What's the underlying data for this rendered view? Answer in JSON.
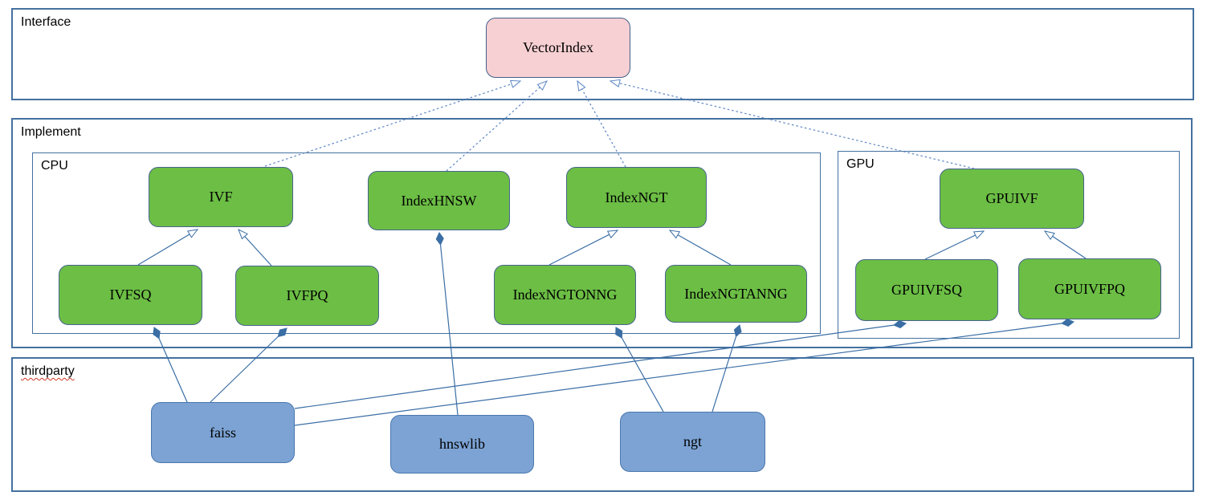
{
  "containers": {
    "interface": {
      "label": "Interface"
    },
    "implement": {
      "label": "Implement"
    },
    "cpu": {
      "label": "CPU"
    },
    "gpu": {
      "label": "GPU"
    },
    "thirdparty": {
      "label": "thirdparty"
    }
  },
  "nodes": {
    "vectorindex": {
      "label": "VectorIndex",
      "kind": "interface"
    },
    "ivf": {
      "label": "IVF",
      "kind": "cpu-class"
    },
    "indexhnsw": {
      "label": "IndexHNSW",
      "kind": "cpu-class"
    },
    "indexngt": {
      "label": "IndexNGT",
      "kind": "cpu-class"
    },
    "ivfsq": {
      "label": "IVFSQ",
      "kind": "cpu-class"
    },
    "ivfpq": {
      "label": "IVFPQ",
      "kind": "cpu-class"
    },
    "indexngtonng": {
      "label": "IndexNGTONNG",
      "kind": "cpu-class"
    },
    "indexngtanng": {
      "label": "IndexNGTANNG",
      "kind": "cpu-class"
    },
    "gpuivf": {
      "label": "GPUIVF",
      "kind": "gpu-class"
    },
    "gpuivfsq": {
      "label": "GPUIVFSQ",
      "kind": "gpu-class"
    },
    "gpuivfpq": {
      "label": "GPUIVFPQ",
      "kind": "gpu-class"
    },
    "faiss": {
      "label": "faiss",
      "kind": "thirdparty-lib"
    },
    "hnswlib": {
      "label": "hnswlib",
      "kind": "thirdparty-lib"
    },
    "ngt": {
      "label": "ngt",
      "kind": "thirdparty-lib"
    }
  },
  "edges": [
    {
      "from": "IVF",
      "to": "VectorIndex",
      "type": "realization-dashed-hollow-arrow"
    },
    {
      "from": "IndexHNSW",
      "to": "VectorIndex",
      "type": "realization-dashed-hollow-arrow"
    },
    {
      "from": "IndexNGT",
      "to": "VectorIndex",
      "type": "realization-dashed-hollow-arrow"
    },
    {
      "from": "GPUIVF",
      "to": "VectorIndex",
      "type": "realization-dashed-hollow-arrow"
    },
    {
      "from": "IVFSQ",
      "to": "IVF",
      "type": "generalization-hollow-arrow"
    },
    {
      "from": "IVFPQ",
      "to": "IVF",
      "type": "generalization-hollow-arrow"
    },
    {
      "from": "IndexNGTONNG",
      "to": "IndexNGT",
      "type": "generalization-hollow-arrow"
    },
    {
      "from": "IndexNGTANNG",
      "to": "IndexNGT",
      "type": "generalization-hollow-arrow"
    },
    {
      "from": "GPUIVFSQ",
      "to": "GPUIVF",
      "type": "generalization-hollow-arrow"
    },
    {
      "from": "GPUIVFPQ",
      "to": "GPUIVF",
      "type": "generalization-hollow-arrow"
    },
    {
      "from": "faiss",
      "to": "IVFSQ",
      "type": "composition-filled-diamond"
    },
    {
      "from": "faiss",
      "to": "IVFPQ",
      "type": "composition-filled-diamond"
    },
    {
      "from": "faiss",
      "to": "GPUIVFSQ",
      "type": "composition-filled-diamond"
    },
    {
      "from": "faiss",
      "to": "GPUIVFPQ",
      "type": "composition-filled-diamond"
    },
    {
      "from": "hnswlib",
      "to": "IndexHNSW",
      "type": "composition-filled-diamond"
    },
    {
      "from": "ngt",
      "to": "IndexNGTONNG",
      "type": "composition-filled-diamond"
    },
    {
      "from": "ngt",
      "to": "IndexNGTANNG",
      "type": "composition-filled-diamond"
    }
  ],
  "colors": {
    "node_green": "#6cbe45",
    "node_blue": "#7ca3d4",
    "node_pink": "#f7d0d3",
    "container_border": "#44719f",
    "edge_solid": "#3a6ea5",
    "edge_dashed": "#5b84c4",
    "spellcheck_underline": "#d03a2b",
    "text": "#000000"
  }
}
